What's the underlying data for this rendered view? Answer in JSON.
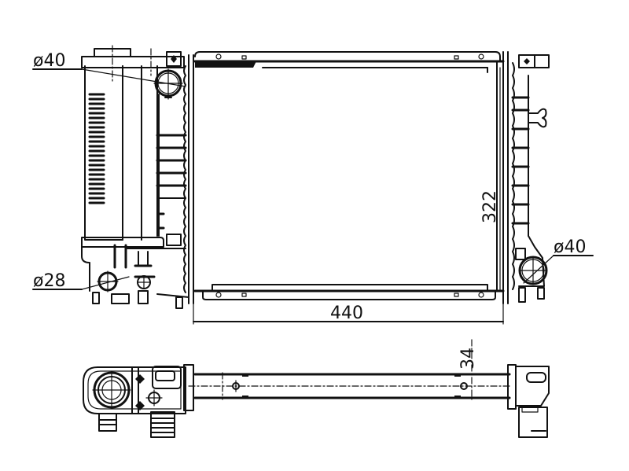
{
  "drawing": {
    "subject": "radiator",
    "views": [
      "front-view",
      "top-view"
    ]
  },
  "dimensions": {
    "inlet_diameter": "ø40",
    "outlet_diameter": "ø40",
    "bleed_port_diameter": "ø28",
    "core_height": "322",
    "core_width": "440",
    "core_depth": "34"
  },
  "colors": {
    "line": "#111111",
    "background": "#ffffff"
  }
}
